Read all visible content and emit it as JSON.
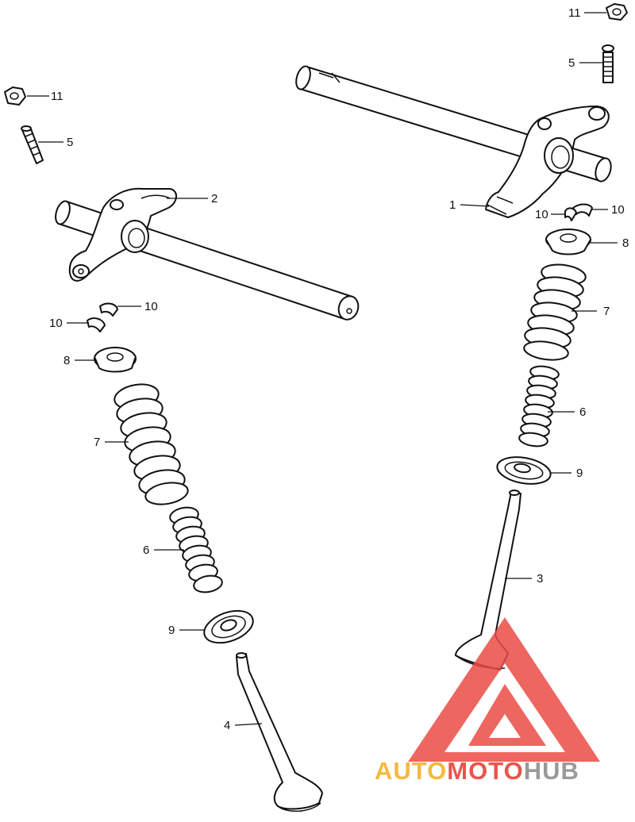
{
  "callouts": {
    "right_rocker_arm": "1",
    "left_rocker_arm": "2",
    "right_valve": "3",
    "left_valve": "4",
    "left_adjuster_screw": "5",
    "right_adjuster_screw": "5",
    "right_inner_spring": "6",
    "left_inner_spring": "6",
    "right_outer_spring": "7",
    "left_outer_spring": "7",
    "right_spring_retainer": "8",
    "left_spring_retainer": "8",
    "right_spring_seat": "9",
    "left_spring_seat": "9",
    "right_cotter_a": "10",
    "right_cotter_b": "10",
    "left_cotter_a": "10",
    "left_cotter_b": "10",
    "left_lock_nut": "11",
    "right_lock_nut": "11"
  },
  "watermark": {
    "part1": "AUTO",
    "part2": "MOTO",
    "part3": "HUB",
    "colors": {
      "auto": "#f5b841",
      "moto": "#e9544c",
      "hub": "#9a9a9a",
      "logo": "#ec4c45"
    }
  }
}
